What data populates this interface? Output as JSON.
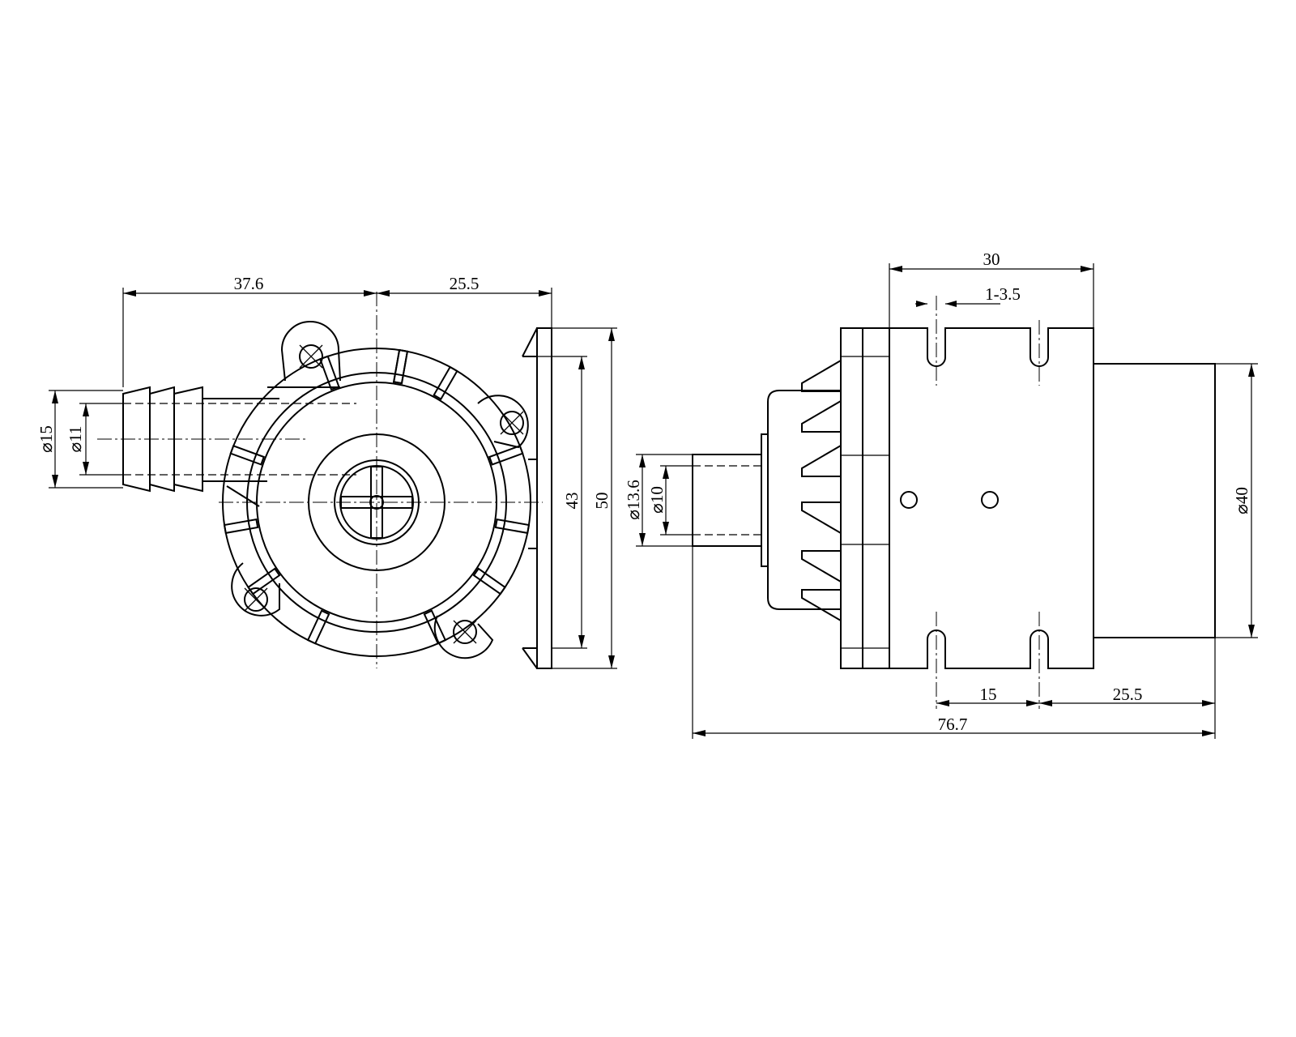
{
  "front_view": {
    "dims": {
      "inlet_length": "37.6",
      "half_width": "25.5",
      "outer_dia": "⌀15",
      "inner_dia": "⌀11",
      "hole_span": "43",
      "overall_height": "50"
    }
  },
  "side_view": {
    "dims": {
      "body_width": "30",
      "slot": "1-3.5",
      "outlet_outer_dia": "⌀13.6",
      "outlet_inner_dia": "⌀10",
      "motor_dia": "⌀40",
      "slot_pitch": "15",
      "motor_length": "25.5",
      "overall_length": "76.7"
    }
  }
}
